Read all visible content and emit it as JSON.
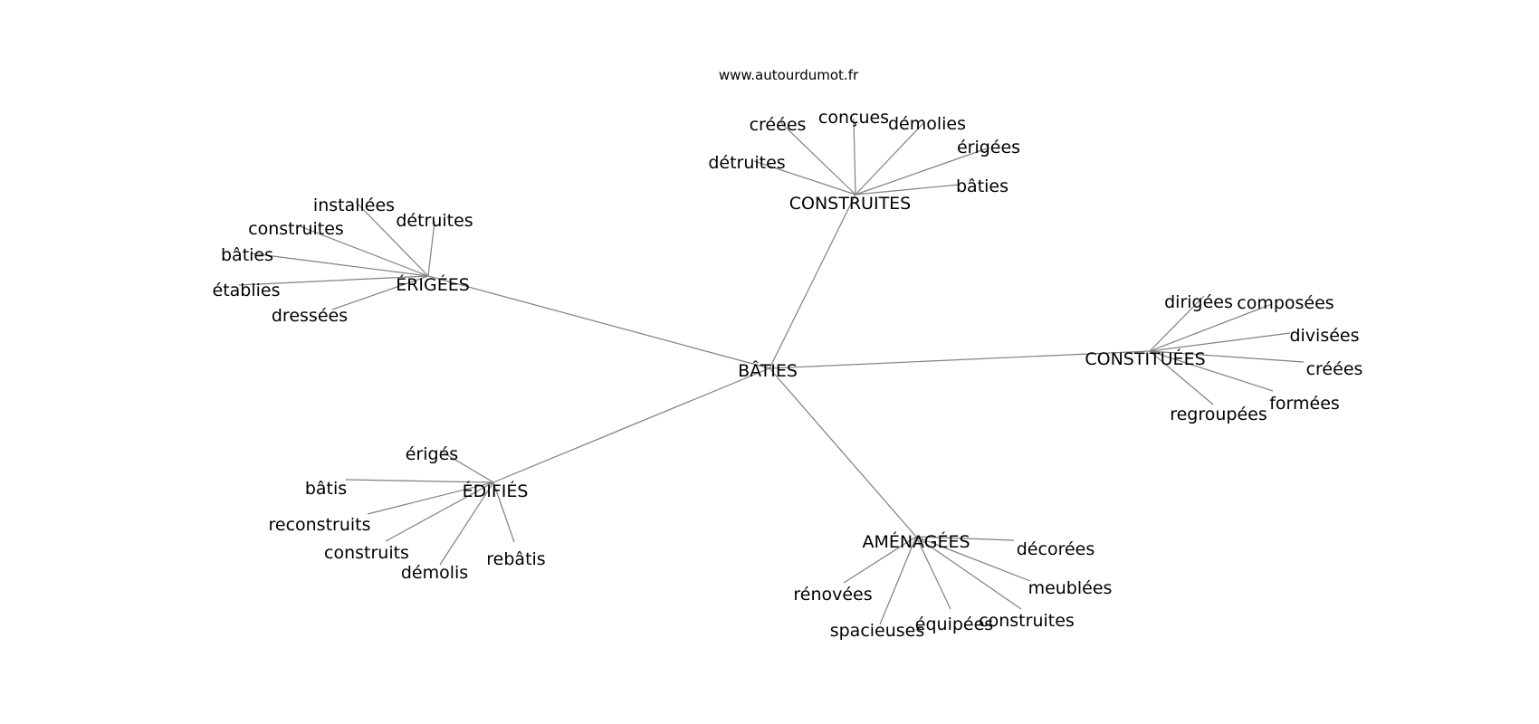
{
  "site": "www.autourdumot.fr",
  "graph": {
    "center": "BÂTIES",
    "branches": [
      {
        "label": "CONSTRUITES",
        "words": [
          "créées",
          "conçues",
          "démolies",
          "érigées",
          "bâties",
          "détruites"
        ]
      },
      {
        "label": "ÉRIGÉES",
        "words": [
          "installées",
          "construites",
          "détruites",
          "bâties",
          "établies",
          "dressées"
        ]
      },
      {
        "label": "CONSTITUÉES",
        "words": [
          "dirigées",
          "composées",
          "divisées",
          "créées",
          "formées",
          "regroupées"
        ]
      },
      {
        "label": "ÉDIFIÉS",
        "words": [
          "érigés",
          "bâtis",
          "reconstruits",
          "construits",
          "démolis",
          "rebâtis"
        ]
      },
      {
        "label": "AMÉNAGÉES",
        "words": [
          "décorées",
          "meublées",
          "construites",
          "équipées",
          "spacieuses",
          "rénovées"
        ]
      }
    ]
  }
}
